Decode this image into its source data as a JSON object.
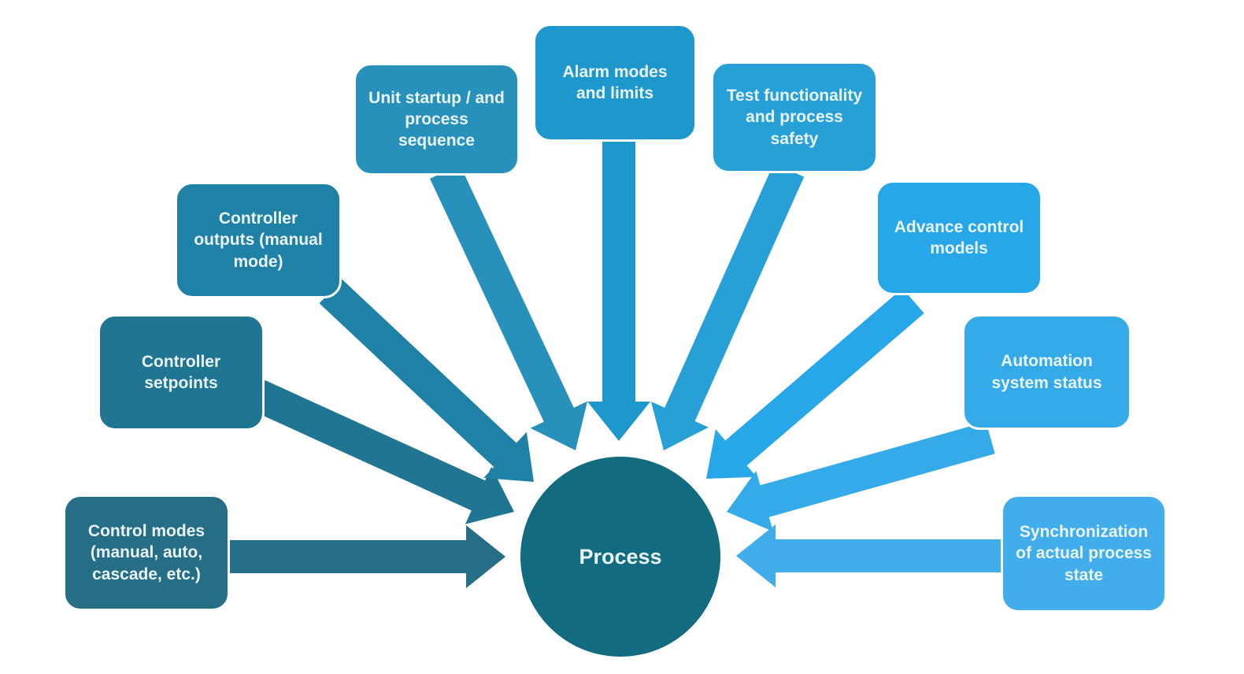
{
  "diagram": {
    "background": "#ffffff",
    "text_color": "#e9f5fb",
    "center": {
      "id": "process",
      "label": "Process",
      "color": "#136b80"
    },
    "nodes": [
      {
        "id": "control-modes",
        "label": "Control modes (manual, auto, cascade, etc.)",
        "color": "#256e85"
      },
      {
        "id": "controller-setpoints",
        "label": "Controller setpoints",
        "color": "#1f7592"
      },
      {
        "id": "controller-outputs",
        "label": "Controller outputs (manual mode)",
        "color": "#1f81a6"
      },
      {
        "id": "unit-startup",
        "label": "Unit startup / and process sequence",
        "color": "#2791bc"
      },
      {
        "id": "alarm-modes",
        "label": "Alarm modes and limits",
        "color": "#1e98cc"
      },
      {
        "id": "test-functionality",
        "label": "Test functionality and process safety",
        "color": "#27a0d8"
      },
      {
        "id": "advance-control",
        "label": "Advance control models",
        "color": "#27a7e8"
      },
      {
        "id": "automation-status",
        "label": "Automation system status",
        "color": "#35aae9"
      },
      {
        "id": "synchronization",
        "label": "Synchronization of actual process state",
        "color": "#41adea"
      }
    ]
  }
}
